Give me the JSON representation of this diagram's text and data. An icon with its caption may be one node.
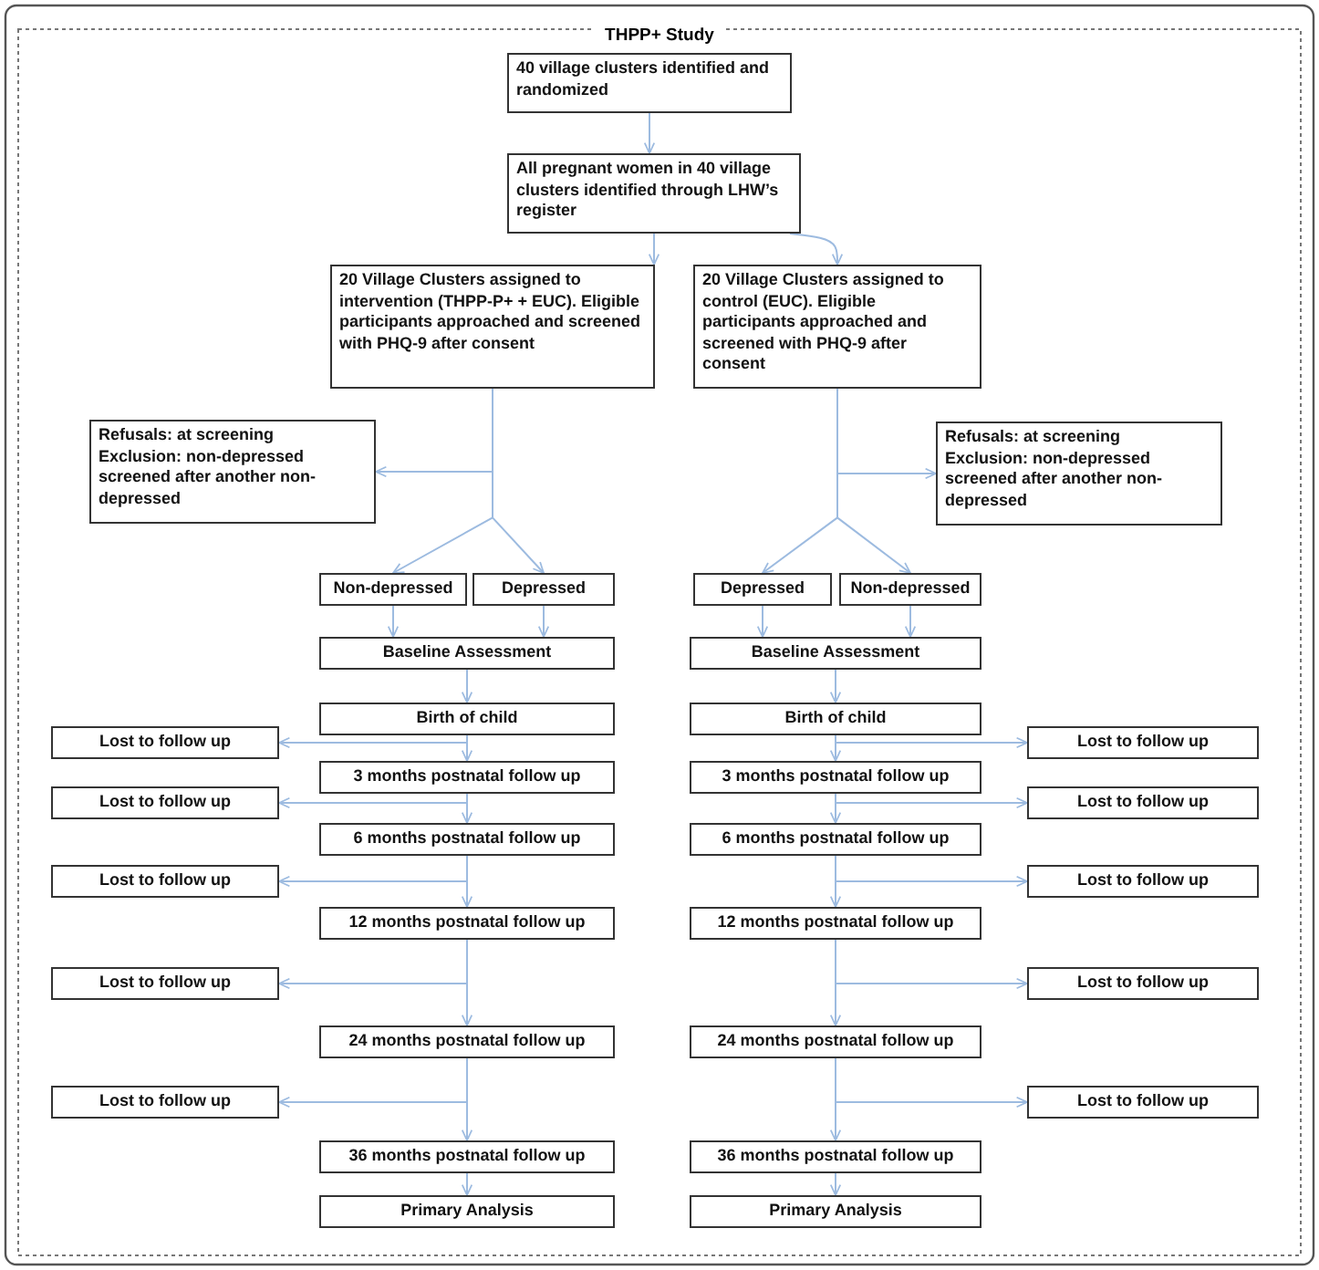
{
  "diagram": {
    "title": "THPP+ Study",
    "nodes": [
      {
        "text": [
          "40 village clusters identified and randomized"
        ]
      },
      {
        "text": [
          "All pregnant women in 40 village clusters identified through LHW’s register"
        ]
      },
      {
        "text": [
          "20 Village Clusters assigned to intervention (THPP-P+ + EUC). Eligible participants approached and screened with PHQ-9 after consent"
        ]
      },
      {
        "text": [
          "20 Village Clusters assigned to control (EUC). Eligible participants approached and screened with PHQ-9 after consent"
        ]
      },
      {
        "text": [
          "Refusals: at screening",
          "Exclusion: non-depressed screened after another non-depressed"
        ]
      },
      {
        "text": [
          "Refusals: at screening",
          "Exclusion: non-depressed screened after another non-depressed"
        ]
      },
      {
        "text": [
          "Non-depressed"
        ]
      },
      {
        "text": [
          "Depressed"
        ]
      },
      {
        "text": [
          "Depressed"
        ]
      },
      {
        "text": [
          "Non-depressed"
        ]
      },
      {
        "text": [
          "Baseline Assessment"
        ]
      },
      {
        "text": [
          "Baseline Assessment"
        ]
      },
      {
        "text": [
          "Birth of child"
        ]
      },
      {
        "text": [
          "Birth of child"
        ]
      },
      {
        "text": [
          "Lost to follow up"
        ]
      },
      {
        "text": [
          "Lost to follow up"
        ]
      },
      {
        "text": [
          "3 months postnatal follow up"
        ]
      },
      {
        "text": [
          "3 months postnatal follow up"
        ]
      },
      {
        "text": [
          "Lost to follow up"
        ]
      },
      {
        "text": [
          "Lost to follow up"
        ]
      },
      {
        "text": [
          "6 months postnatal follow up"
        ]
      },
      {
        "text": [
          "6 months postnatal follow up"
        ]
      },
      {
        "text": [
          "Lost to follow up"
        ]
      },
      {
        "text": [
          "Lost to follow up"
        ]
      },
      {
        "text": [
          "12 months postnatal follow up"
        ]
      },
      {
        "text": [
          "12 months postnatal follow up"
        ]
      },
      {
        "text": [
          "Lost to follow up"
        ]
      },
      {
        "text": [
          "Lost to follow up"
        ]
      },
      {
        "text": [
          "24 months postnatal follow up"
        ]
      },
      {
        "text": [
          "24 months postnatal follow up"
        ]
      },
      {
        "text": [
          "Lost to follow up"
        ]
      },
      {
        "text": [
          "Lost to follow up"
        ]
      },
      {
        "text": [
          "36 months postnatal follow up"
        ]
      },
      {
        "text": [
          "36 months postnatal follow up"
        ]
      },
      {
        "text": [
          "Primary Analysis"
        ]
      },
      {
        "text": [
          "Primary Analysis"
        ]
      }
    ],
    "edges": [
      {
        "from": 0,
        "to": 1,
        "arrow": "to"
      },
      {
        "from": 1,
        "to": 2,
        "arrow": "to"
      },
      {
        "from": 1,
        "to": 3,
        "arrow": "to"
      },
      {
        "from": 2,
        "to": 4,
        "arrow": "to"
      },
      {
        "from": 2,
        "to": 6,
        "arrow": "to"
      },
      {
        "from": 2,
        "to": 7,
        "arrow": "to"
      },
      {
        "from": 3,
        "to": 5,
        "arrow": "to"
      },
      {
        "from": 3,
        "to": 8,
        "arrow": "to"
      },
      {
        "from": 3,
        "to": 9,
        "arrow": "to"
      },
      {
        "from": 6,
        "to": 10,
        "arrow": "to"
      },
      {
        "from": 7,
        "to": 10,
        "arrow": "to"
      },
      {
        "from": 8,
        "to": 11,
        "arrow": "to"
      },
      {
        "from": 9,
        "to": 11,
        "arrow": "to"
      },
      {
        "from": 10,
        "to": 12,
        "arrow": "to"
      },
      {
        "from": 11,
        "to": 13,
        "arrow": "to"
      },
      {
        "from": 12,
        "to": 14,
        "arrow": "to"
      },
      {
        "from": 12,
        "to": 16,
        "arrow": "to"
      },
      {
        "from": 16,
        "to": 18,
        "arrow": "to"
      },
      {
        "from": 16,
        "to": 20,
        "arrow": "to"
      },
      {
        "from": 20,
        "to": 22,
        "arrow": "to"
      },
      {
        "from": 20,
        "to": 24,
        "arrow": "to"
      },
      {
        "from": 24,
        "to": 26,
        "arrow": "to"
      },
      {
        "from": 24,
        "to": 28,
        "arrow": "to"
      },
      {
        "from": 28,
        "to": 30,
        "arrow": "to"
      },
      {
        "from": 28,
        "to": 32,
        "arrow": "to"
      },
      {
        "from": 32,
        "to": 34,
        "arrow": "to"
      },
      {
        "from": 13,
        "to": 15,
        "arrow": "to"
      },
      {
        "from": 13,
        "to": 17,
        "arrow": "to"
      },
      {
        "from": 17,
        "to": 19,
        "arrow": "to"
      },
      {
        "from": 17,
        "to": 21,
        "arrow": "to"
      },
      {
        "from": 21,
        "to": 23,
        "arrow": "to"
      },
      {
        "from": 21,
        "to": 25,
        "arrow": "to"
      },
      {
        "from": 25,
        "to": 27,
        "arrow": "to"
      },
      {
        "from": 25,
        "to": 29,
        "arrow": "to"
      },
      {
        "from": 29,
        "to": 31,
        "arrow": "to"
      },
      {
        "from": 29,
        "to": 33,
        "arrow": "to"
      },
      {
        "from": 33,
        "to": 35,
        "arrow": "to"
      }
    ]
  }
}
